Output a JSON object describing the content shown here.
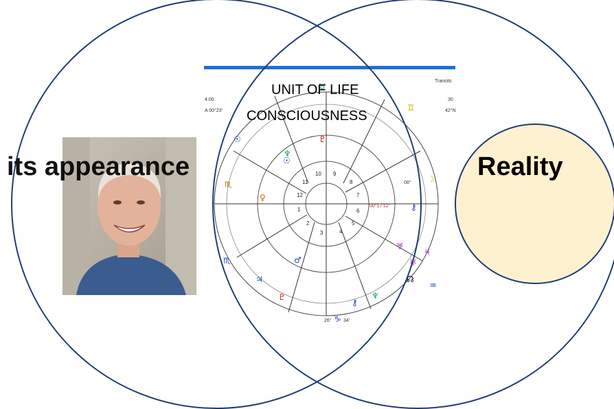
{
  "diagram": {
    "center_title_line1": "UNIT OF LIFE",
    "center_title_line2": "CONSCIOUSNESS",
    "left_label": "its appearance",
    "right_label": "Reality",
    "circle_color": "#1f3c75",
    "reality_fill": "#fdf1d0",
    "header_bar_color": "#1f6fd6"
  },
  "astro_chart": {
    "corner_text_top_right": "Transits",
    "corner_text_left_1": "4:00",
    "corner_text_left_2": "A 00°23'",
    "corner_text_right_2": "30",
    "corner_text_right_3": "42°N",
    "house_numbers": [
      "1",
      "2",
      "3",
      "4",
      "5",
      "6",
      "7",
      "8",
      "9",
      "10",
      "11",
      "12"
    ],
    "bottom_degree": "26°",
    "bottom_degree_2": "34'",
    "right_degree": "00°17'12\"",
    "moon_degree": "08°"
  },
  "icons": {
    "photo": "portrait-photo",
    "natal_chart": "astrology-chart-wheel"
  }
}
